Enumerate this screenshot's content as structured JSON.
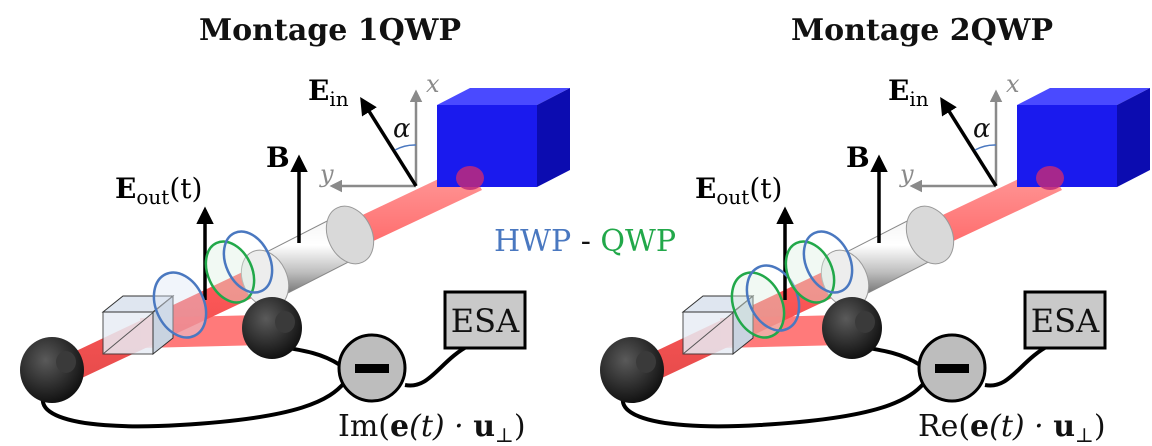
{
  "panels": [
    {
      "title": "Montage 1QWP",
      "e_in": "E",
      "e_in_sub": "in",
      "b_field": "B",
      "e_out": "E",
      "e_out_sub": "out",
      "e_out_arg": "(t)",
      "axis_x": "x",
      "axis_y": "y",
      "angle": "α",
      "esa": "ESA",
      "measure_prefix": "Im(",
      "measure_e": "e",
      "measure_mid": "(t) · ",
      "measure_u": "u",
      "measure_sub": "⊥",
      "measure_suffix": ")"
    },
    {
      "title": "Montage 2QWP",
      "e_in": "E",
      "e_in_sub": "in",
      "b_field": "B",
      "e_out": "E",
      "e_out_sub": "out",
      "e_out_arg": "(t)",
      "axis_x": "x",
      "axis_y": "y",
      "angle": "α",
      "esa": "ESA",
      "measure_prefix": "Re(",
      "measure_e": "e",
      "measure_mid": "(t) · ",
      "measure_u": "u",
      "measure_sub": "⊥",
      "measure_suffix": ")"
    }
  ],
  "legend": {
    "hwp": "HWP",
    "dash": " - ",
    "qwp": "QWP"
  },
  "colors": {
    "laser_block": "#1a1aee",
    "beam": "#ff4d4d",
    "hwp": "#4a78c0",
    "qwp": "#22a84a",
    "detector": "#1a1a1a",
    "subtractor": "#bdbdbd",
    "esa_box": "#c9c9c9"
  }
}
